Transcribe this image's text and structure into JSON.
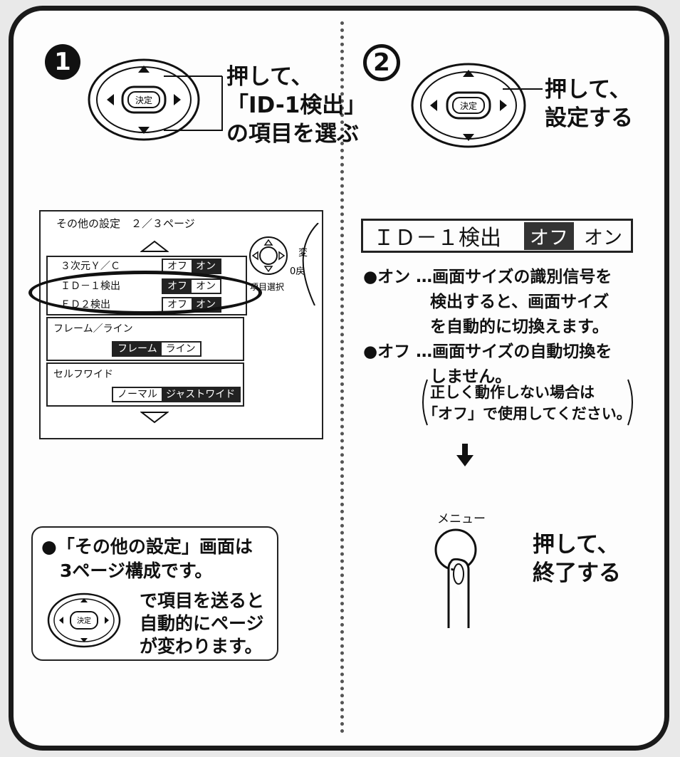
{
  "step1": {
    "number": "1",
    "instruction": [
      "押して、",
      "「ID-1検出」",
      "の項目を選ぶ"
    ],
    "dpad_center": "決定"
  },
  "step2": {
    "number": "2",
    "instruction": [
      "押して、",
      "設定する"
    ],
    "dpad_center": "決定"
  },
  "osd": {
    "title": "その他の設定　２／３ページ",
    "rows": [
      {
        "label": "３次元Ｙ／Ｃ",
        "options": [
          "オフ",
          "オン"
        ],
        "selected": "オン"
      },
      {
        "label": "ＩＤ－１検出",
        "options": [
          "オフ",
          "オン"
        ],
        "selected": "オフ"
      },
      {
        "label": "ＥＤ２検出",
        "options": [
          "オフ",
          "オン"
        ],
        "selected": "オン"
      }
    ],
    "frame_line": {
      "label": "フレーム／ライン",
      "options": [
        "フレーム",
        "ライン"
      ],
      "selected": "フレーム"
    },
    "self_wide": {
      "label": "セルフワイド",
      "options": [
        "ノーマル",
        "ジャストワイド"
      ],
      "selected": "ジャストワイド"
    },
    "remote_labels": {
      "change": "変",
      "back": "0戻",
      "item_select": "項目選択"
    }
  },
  "note": {
    "line1": "●「その他の設定」画面は",
    "line2": "3ページ構成です。",
    "line3": "で項目を送ると",
    "line4": "自動的にページ",
    "line5": "が変わります。",
    "dpad_center": "決定"
  },
  "id_bar": {
    "label": "ＩＤ－１検出",
    "off": "オフ",
    "on": "オン"
  },
  "descriptions": {
    "on_line1": "●オン …画面サイズの識別信号を",
    "on_line2": "検出すると、画面サイズ",
    "on_line3": "を自動的に切換えます。",
    "off_line1": "●オフ …画面サイズの自動切換を",
    "off_line2": "しません。",
    "paren_line1": "正しく動作しない場合は",
    "paren_line2": "「オフ」で使用してください。"
  },
  "menu_button": {
    "label": "メニュー",
    "instruction": [
      "押して、",
      "終了する"
    ]
  },
  "arrow_icon": "down-arrow-icon"
}
